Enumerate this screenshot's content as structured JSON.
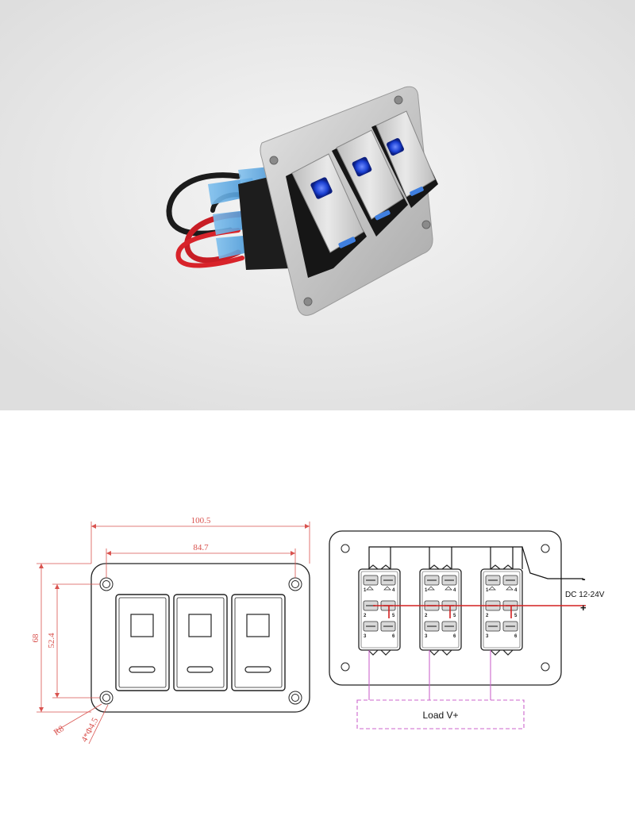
{
  "dimensions": {
    "overall_width": "100.5",
    "hole_spacing_width": "84.7",
    "overall_height": "68",
    "hole_spacing_height": "52.4",
    "corner_radius": "R8",
    "mount_holes": "4*Φ4.5"
  },
  "wiring": {
    "negative": "-",
    "positive": "+",
    "supply": "DC 12-24V",
    "load": "Load V+",
    "pin_labels": [
      "1",
      "4",
      "2",
      "5",
      "3",
      "6"
    ]
  },
  "colors": {
    "led_blue": "#1a3fd1",
    "wire_red": "#d42020",
    "dimension_red": "#d9534f",
    "load_box": "#cc66cc",
    "photo_background": "#e7e7e7"
  },
  "icons": {
    "switch_rocker": "rocker-switch-icon",
    "mount_hole": "mount-hole-icon"
  }
}
